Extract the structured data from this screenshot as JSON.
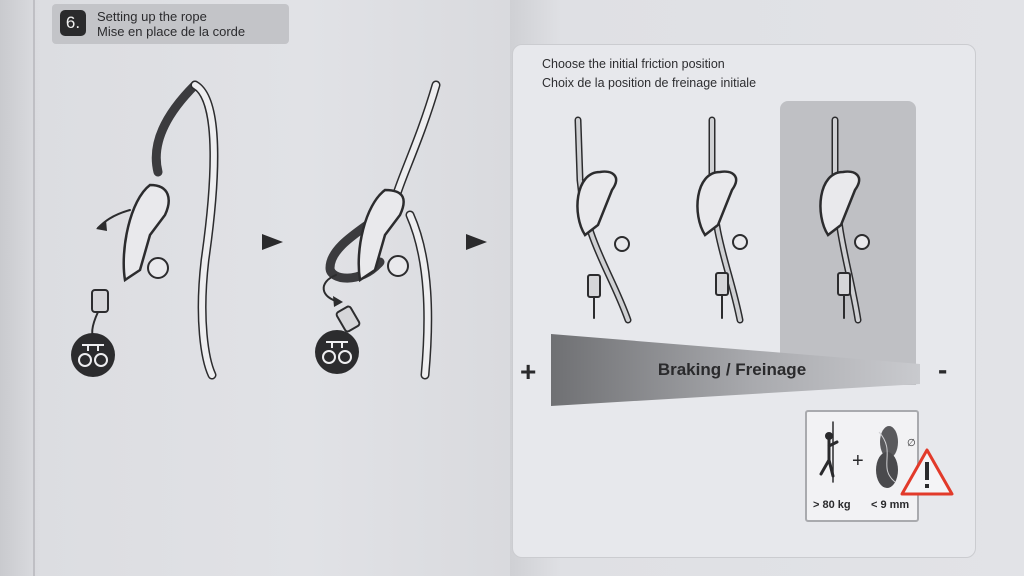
{
  "step": {
    "number": "6.",
    "title_en": "Setting up the rope",
    "title_fr": "Mise en place de la corde"
  },
  "friction": {
    "title_en": "Choose the initial friction position",
    "title_fr": "Choix de la position de freinage initiale",
    "braking_label": "Braking / Freinage",
    "plus_sign": "+",
    "minus_sign": "-"
  },
  "warning": {
    "plus": "+",
    "weight": "> 80 kg",
    "diameter": "< 9 mm"
  },
  "colors": {
    "warning_red": "#e23a2a",
    "ink": "#2a2a2c",
    "rope_dark": "#3b3b3e"
  },
  "icons": [
    "harness-icon",
    "arrow-right-icon",
    "climber-icon",
    "rope-coil-icon",
    "warning-triangle-icon"
  ]
}
